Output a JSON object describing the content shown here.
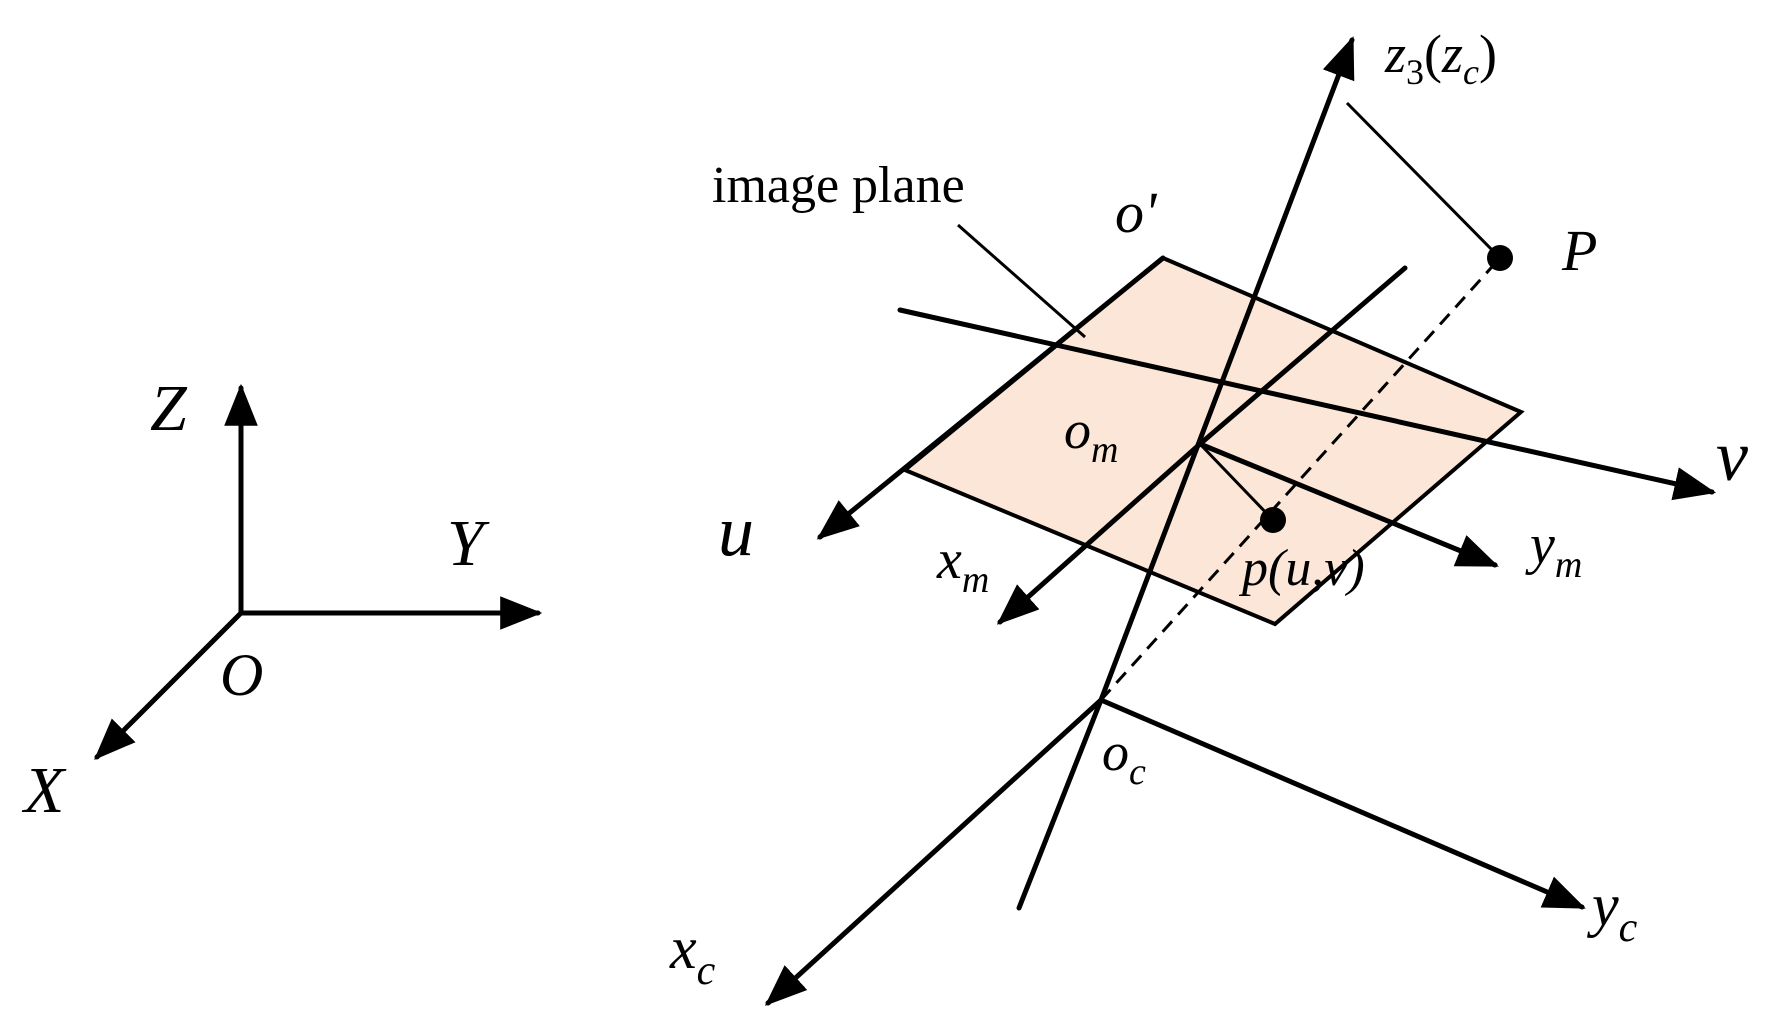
{
  "diagram": {
    "colors": {
      "plane_fill": "#fbe6d8",
      "stroke": "#000000",
      "background": "#ffffff"
    },
    "world_frame": {
      "origin_label": "O",
      "x_label": "X",
      "y_label": "Y",
      "z_label": "Z"
    },
    "camera_frame": {
      "origin_label": "o",
      "origin_sub": "c",
      "x_label": "x",
      "x_sub": "c",
      "y_label": "y",
      "y_sub": "c",
      "z_label": "z",
      "z_sub": "3",
      "z_paren_open": "(",
      "z_paren_var": "z",
      "z_paren_sub": "c",
      "z_paren_close": ")"
    },
    "image_plane": {
      "caption": "image plane",
      "corner_label": "o'",
      "u_label": "u",
      "v_label": "v",
      "center_label": "o",
      "center_sub": "m",
      "xm_label": "x",
      "xm_sub": "m",
      "ym_label": "y",
      "ym_sub": "m"
    },
    "points": {
      "world_point": "P",
      "image_point": "p(u,v)"
    }
  }
}
